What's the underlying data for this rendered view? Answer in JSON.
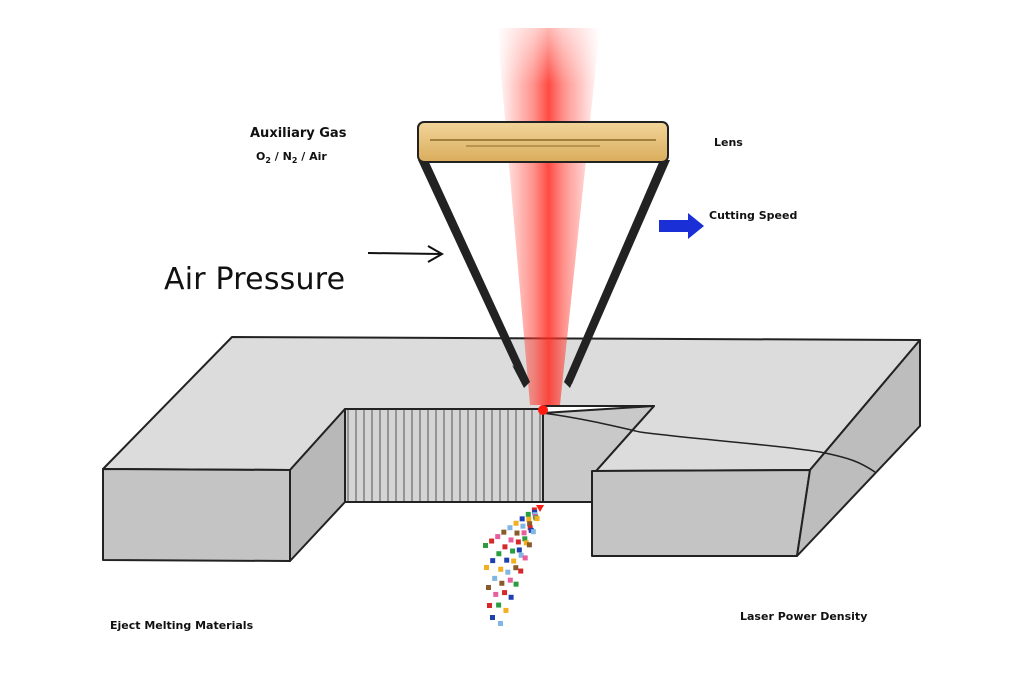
{
  "labels": {
    "auxiliary_gas": "Auxiliary Gas",
    "gas_o": "O",
    "gas_n": "N",
    "gas_sub": "2",
    "gas_sep": " / ",
    "gas_air": "Air",
    "lens": "Lens",
    "cutting_speed": "Cutting Speed",
    "air_pressure": "Air Pressure",
    "eject_melting_materials": "Eject Melting Materials",
    "laser_power_density": "Laser Power Density"
  },
  "colors": {
    "laser_beam": "#ff3b30",
    "lens_fill": "#e8c27a",
    "speed_arrow": "#1a2fd6",
    "workpiece_top": "#dcdcdc",
    "workpiece_side": "#c4c4c4",
    "outline": "#222222"
  },
  "particle_colors": [
    "#d62828",
    "#2a9d3f",
    "#1d3fb0",
    "#f2b01e",
    "#7fb6e6",
    "#8a5a2b",
    "#e85d9b"
  ],
  "icons": [
    "laser-beam",
    "lens",
    "nozzle",
    "right-arrow-icon",
    "workpiece",
    "kerf",
    "spark-particles"
  ]
}
